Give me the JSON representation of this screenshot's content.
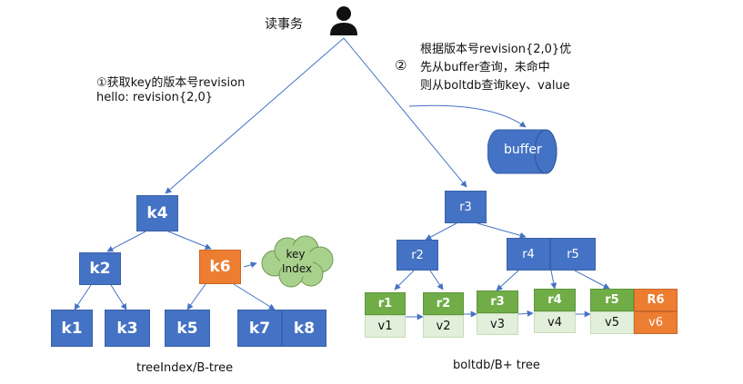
{
  "title": "读事务",
  "step1": {
    "marker": "①",
    "line1": "获取key的版本号revision",
    "line2": "hello: revision{2,0}"
  },
  "step2": {
    "marker": "②",
    "line1": "根据版本号revision{2,0}优",
    "line2": "先从buffer查询，未命中",
    "line3": "则从boltdb查询key、value"
  },
  "buffer": "buffer",
  "tree_index": {
    "caption": "treeIndex/B-tree",
    "root": "k4",
    "left": "k2",
    "right": "k6",
    "leaves": [
      "k1",
      "k3",
      "k5",
      "k7",
      "k8"
    ],
    "cloud": "key Index"
  },
  "boltdb": {
    "caption": "boltdb/B+ tree",
    "root": "r3",
    "left": "r2",
    "right": [
      "r4",
      "r5"
    ],
    "pages": [
      {
        "key": "r1",
        "val": "v1"
      },
      {
        "key": "r2",
        "val": "v2"
      },
      {
        "key": "r3",
        "val": "v3"
      },
      {
        "key": "r4",
        "val": "v4"
      },
      {
        "key": "r5",
        "val": "v5"
      },
      {
        "key": "R6",
        "val": "v6"
      }
    ]
  },
  "colors": {
    "blue": "#4472c4",
    "orange": "#ed7d31",
    "green": "#70ad47",
    "pale_green": "#e2efda",
    "cloud": "#a9d18e",
    "arrow": "#4472c4"
  }
}
